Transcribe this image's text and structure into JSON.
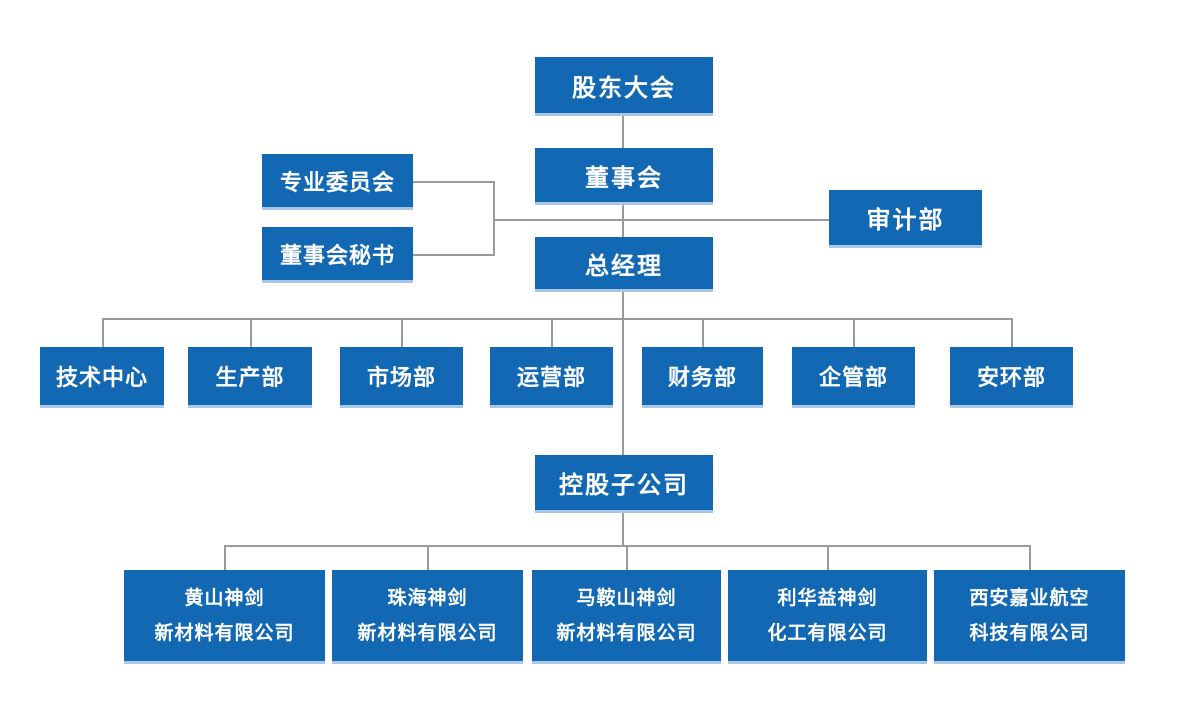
{
  "page": {
    "background": "#ffffff"
  },
  "org_chart": {
    "type": "org-hierarchy",
    "colors": {
      "node_fill": "#1268b3",
      "node_edge_highlight": "#aac6e6",
      "connector": "#9a9a9a",
      "node_text": "#ffffff",
      "page_bg": "#ffffff"
    },
    "nodes": {
      "shareholders_meeting": "股东大会",
      "board_of_directors": "董事会",
      "special_committees": "专业委员会",
      "board_secretary": "董事会秘书",
      "audit_department": "审计部",
      "general_manager": "总经理"
    },
    "departments": [
      "技术中心",
      "生产部",
      "市场部",
      "运营部",
      "财务部",
      "企管部",
      "安环部"
    ],
    "holding_label": "控股子公司",
    "subsidiaries": [
      {
        "line1": "黄山神剑",
        "line2": "新材料有限公司"
      },
      {
        "line1": "珠海神剑",
        "line2": "新材料有限公司"
      },
      {
        "line1": "马鞍山神剑",
        "line2": "新材料有限公司"
      },
      {
        "line1": "利华益神剑",
        "line2": "化工有限公司"
      },
      {
        "line1": "西安嘉业航空",
        "line2": "科技有限公司"
      }
    ]
  }
}
